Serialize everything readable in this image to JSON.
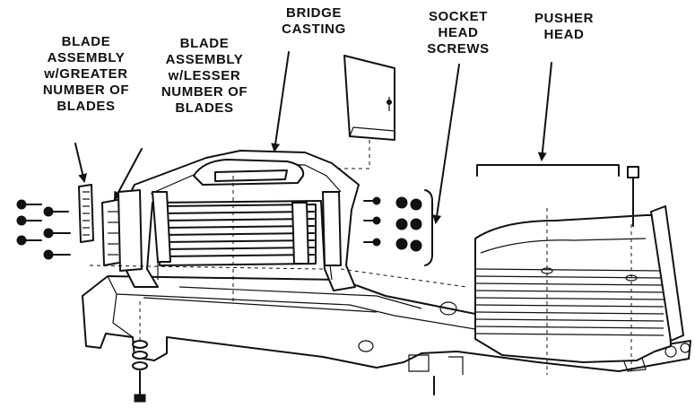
{
  "labels": {
    "blade_greater": [
      "BLADE",
      "ASSEMBLY",
      "w/GREATER",
      "NUMBER OF",
      "BLADES"
    ],
    "blade_lesser": [
      "BLADE",
      "ASSEMBLY",
      "w/LESSER",
      "NUMBER OF",
      "BLADES"
    ],
    "bridge_casting": [
      "BRIDGE",
      "CASTING"
    ],
    "socket_screws": [
      "SOCKET",
      "HEAD",
      "SCREWS"
    ],
    "pusher_head": [
      "PUSHER",
      "HEAD"
    ]
  }
}
